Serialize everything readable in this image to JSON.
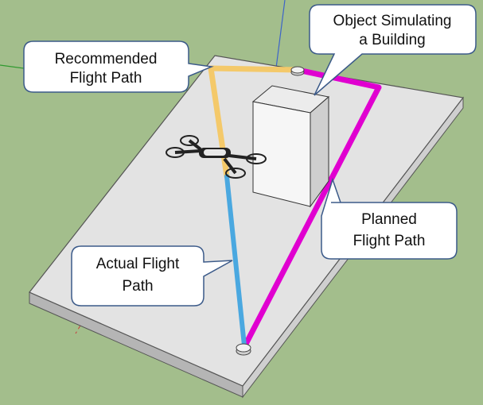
{
  "callouts": {
    "recommended": {
      "line1": "Recommended",
      "line2": "Flight Path"
    },
    "building": {
      "line1": "Object Simulating",
      "line2": "a Building"
    },
    "planned": {
      "line1": "Planned",
      "line2": "Flight Path"
    },
    "actual": {
      "line1": "Actual Flight",
      "line2": "Path"
    }
  },
  "colors": {
    "ground": "#a3be8c",
    "platform_top": "#e3e3e3",
    "platform_edge": "#bdbdbd",
    "building_front": "#f6f6f6",
    "building_side": "#cfcfcf",
    "recommended_path": "#f4c96a",
    "planned_path": "#e000d0",
    "actual_path": "#4aa8e0",
    "drone": "#222222",
    "axis_green": "#2f9a2f",
    "axis_blue": "#3d64c8",
    "axis_red": "#c83a3a"
  }
}
